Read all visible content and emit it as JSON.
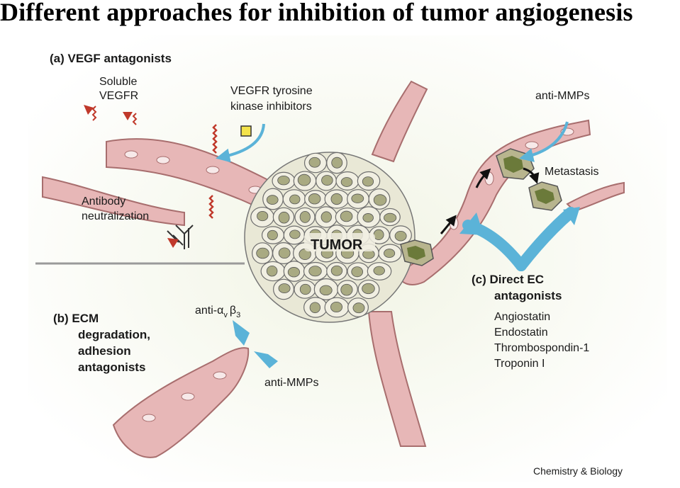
{
  "title": "Different approaches for inhibition of tumor angiogenesis",
  "panel_a": {
    "heading": "(a) VEGF antagonists",
    "soluble_1": "Soluble",
    "soluble_2": "VEGFR",
    "tki_1": "VEGFR tyrosine",
    "tki_2": "kinase inhibitors",
    "antibody_1": "Antibody",
    "antibody_2": "neutralization"
  },
  "panel_b": {
    "heading_1": "(b) ECM",
    "heading_2": "degradation,",
    "heading_3": "adhesion",
    "heading_4": "antagonists",
    "anti_integrin_main": "anti-α",
    "anti_integrin_sub1": "v",
    "anti_integrin_beta": "β",
    "anti_integrin_sub2": "3",
    "anti_mmps": "anti-MMPs"
  },
  "panel_c": {
    "anti_mmps": "anti-MMPs",
    "metastasis": "Metastasis",
    "heading_1": "(c) Direct EC",
    "heading_2": "antagonists",
    "agents": [
      "Angiostatin",
      "Endostatin",
      "Thrombospondin-1",
      "Troponin I"
    ]
  },
  "tumor_label": "TUMOR",
  "credit": "Chemistry & Biology",
  "colors": {
    "vessel_fill": "#e7b7b7",
    "vessel_stroke": "#a86e6e",
    "tumor_cell": "#f1efe2",
    "tumor_nucleus": "#a9aa82",
    "arrow_blue": "#5bb3d8",
    "receptor_red": "#c0392b",
    "divider": "#9a9a9a"
  }
}
